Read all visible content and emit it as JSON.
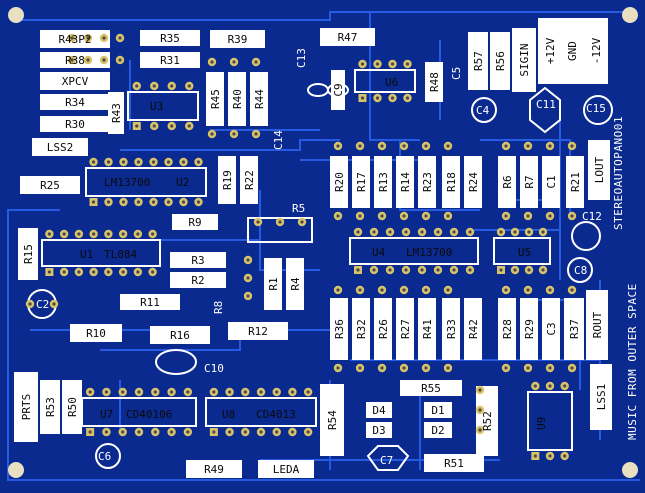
{
  "board": {
    "colors": {
      "substrate": "#0b2a8f",
      "copper": "#1a4fe0",
      "silkscreen": "#ffffff",
      "pad": "#d9c36a",
      "hole": "#4a4a4a"
    },
    "title_lines": [
      "MUSIC FROM OUTER SPACE",
      "STEREOAUTOPANO01"
    ],
    "connectors": [
      "SIGIN",
      "+12V",
      "GND",
      "-12V",
      "LOUT",
      "ROUT",
      "PRTS",
      "LEDA",
      "XPCV",
      "LSS1",
      "LSS2"
    ],
    "chips": [
      {
        "ref": "U1",
        "value": "TL084"
      },
      {
        "ref": "U2",
        "value": "LM13700"
      },
      {
        "ref": "U3",
        "value": ""
      },
      {
        "ref": "U4",
        "value": "LM13700"
      },
      {
        "ref": "U5",
        "value": ""
      },
      {
        "ref": "U6",
        "value": ""
      },
      {
        "ref": "U7",
        "value": "CD40106"
      },
      {
        "ref": "U8",
        "value": "CD4013"
      },
      {
        "ref": "U9",
        "value": ""
      }
    ],
    "labels": {
      "R43P2": "R43P2",
      "R38": "R38",
      "XPCV": "XPCV",
      "R34": "R34",
      "R30": "R30",
      "LSS2": "LSS2",
      "R43": "R43",
      "U3": "U3",
      "R35": "R35",
      "R31": "R31",
      "R39": "R39",
      "R45": "R45",
      "R40": "R40",
      "R44": "R44",
      "C13": "C13",
      "C9": "C9",
      "R47": "R47",
      "U6": "U6",
      "R48": "R48",
      "C5": "C5",
      "R57": "R57",
      "R56": "R56",
      "SIGIN": "SIGIN",
      "P12V": "+12V",
      "GND": "GND",
      "M12V": "-12V",
      "C4": "C4",
      "C11": "C11",
      "C15": "C15",
      "R25": "R25",
      "LM13700": "LM13700",
      "U2": "U2",
      "R19": "R19",
      "R22": "R22",
      "C14": "C14",
      "R20": "R20",
      "R17": "R17",
      "R13": "R13",
      "R14": "R14",
      "R23": "R23",
      "R18": "R18",
      "R24": "R24",
      "R6": "R6",
      "R7": "R7",
      "C1": "C1",
      "R21": "R21",
      "LOUT": "LOUT",
      "R9": "R9",
      "R5": "R5",
      "C12": "C12",
      "R15": "R15",
      "U1": "U1",
      "TL084": "TL084",
      "R3": "R3",
      "R2": "R2",
      "R1": "R1",
      "R4": "R4",
      "U4": "U4",
      "LM13700b": "LM13700",
      "U5": "U5",
      "C8": "C8",
      "C2": "C2",
      "R11": "R11",
      "R8": "R8",
      "R10": "R10",
      "R16": "R16",
      "R12": "R12",
      "R36": "R36",
      "R32": "R32",
      "R26": "R26",
      "R27": "R27",
      "R41": "R41",
      "R33": "R33",
      "R42": "R42",
      "R28": "R28",
      "R29": "R29",
      "C3": "C3",
      "R37": "R37",
      "ROUT": "ROUT",
      "C10": "C10",
      "PRTS": "PRTS",
      "R53": "R53",
      "R50": "R50",
      "U7": "U7",
      "CD40106": "CD40106",
      "U8": "U8",
      "CD4013": "CD4013",
      "R55": "R55",
      "D4": "D4",
      "D1": "D1",
      "D3": "D3",
      "D2": "D2",
      "R54": "R54",
      "C7": "C7",
      "R52": "R52",
      "R51": "R51",
      "U9": "U9",
      "LSS1": "LSS1",
      "C6": "C6",
      "R49": "R49",
      "LEDA": "LEDA"
    }
  }
}
